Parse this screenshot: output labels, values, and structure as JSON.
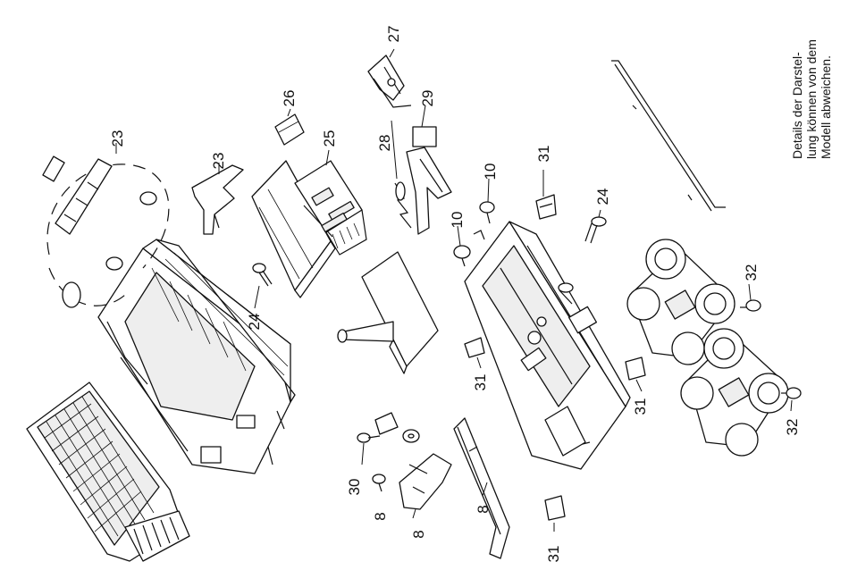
{
  "note": {
    "lines": [
      "Details der Darstel-",
      "lung können von dem",
      "Modell abweichen."
    ]
  },
  "labels": {
    "l8a": "8",
    "l8b": "8",
    "l8c": "8",
    "l10a": "10",
    "l10b": "10",
    "l23a": "23",
    "l23b": "23",
    "l24a": "24",
    "l24b": "24",
    "l25": "25",
    "l26": "26",
    "l27": "27",
    "l28": "28",
    "l29": "29",
    "l30": "30",
    "l31a": "31",
    "l31b": "31",
    "l31c": "31",
    "l31d": "31",
    "l32a": "32",
    "l32b": "32"
  }
}
